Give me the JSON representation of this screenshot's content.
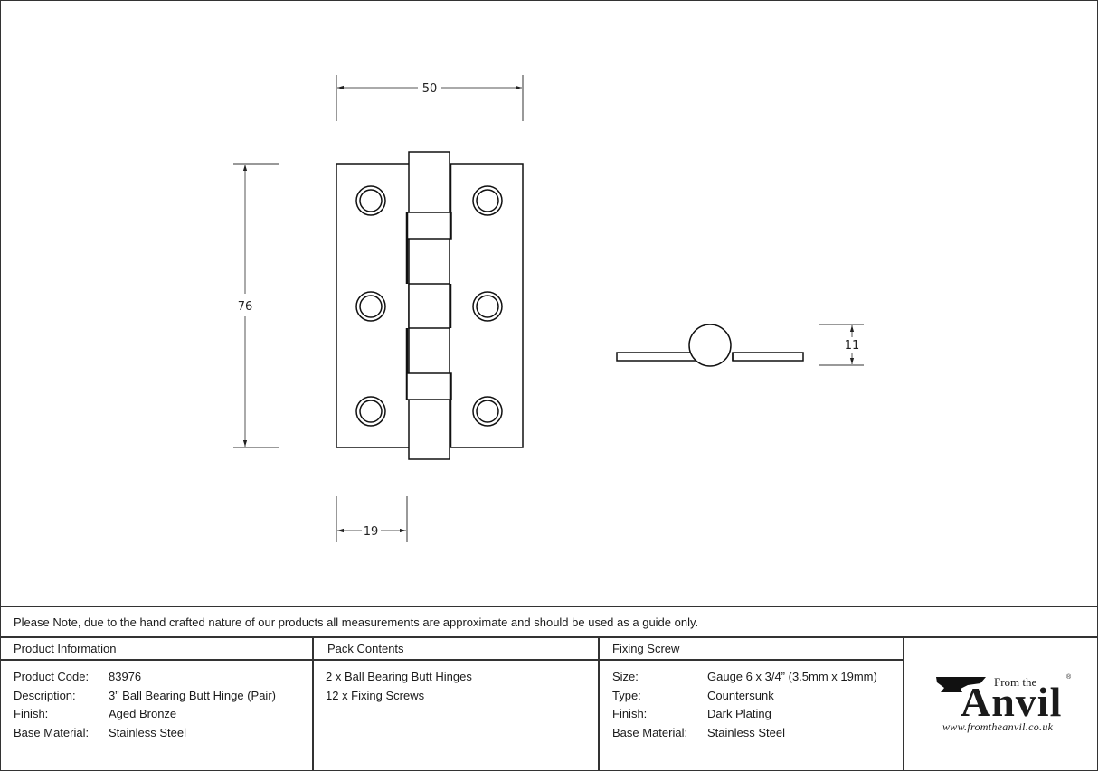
{
  "drawing": {
    "dimensions": {
      "width": "50",
      "height": "76",
      "leaf_width": "19",
      "thickness": "11"
    }
  },
  "note": "Please Note, due to the hand crafted nature of our products all measurements are approximate and should be used as a guide only.",
  "product_information": {
    "title": "Product Information",
    "rows": [
      {
        "label": "Product Code:",
        "value": "83976"
      },
      {
        "label": "Description:",
        "value": "3” Ball Bearing Butt Hinge (Pair)"
      },
      {
        "label": "Finish:",
        "value": "Aged Bronze"
      },
      {
        "label": "Base Material:",
        "value": "Stainless Steel"
      }
    ]
  },
  "pack_contents": {
    "title": "Pack Contents",
    "items": [
      "2 x Ball Bearing Butt Hinges",
      "12 x Fixing Screws"
    ]
  },
  "fixing_screw": {
    "title": "Fixing Screw",
    "rows": [
      {
        "label": "Size:",
        "value": "Gauge 6 x 3/4” (3.5mm x 19mm)"
      },
      {
        "label": "Type:",
        "value": "Countersunk"
      },
      {
        "label": "Finish:",
        "value": "Dark Plating"
      },
      {
        "label": "Base Material:",
        "value": "Stainless Steel"
      }
    ]
  },
  "logo": {
    "from_the": "From the",
    "brand": "Anvil",
    "registered": "®",
    "url": "www.fromtheanvil.co.uk"
  }
}
